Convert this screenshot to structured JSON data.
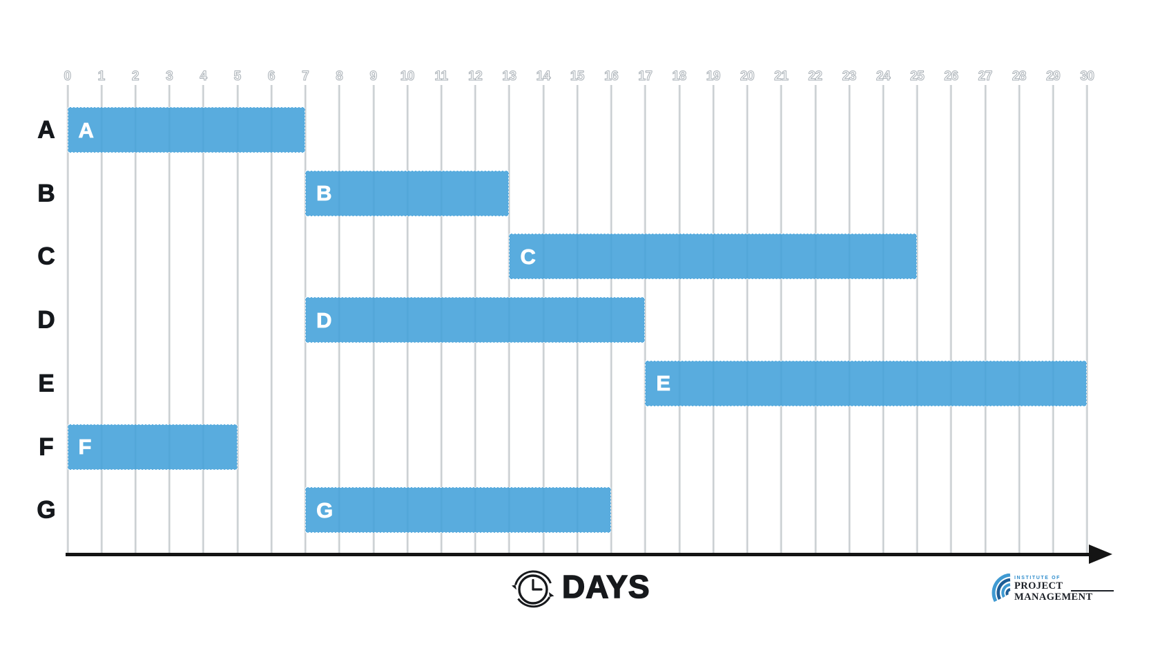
{
  "chart_data": {
    "type": "bar",
    "subtype": "gantt",
    "orientation": "horizontal",
    "title": "",
    "xlabel": "DAYS",
    "ylabel": "",
    "x_min": 0,
    "x_max": 30,
    "grid": true,
    "legend": "none",
    "tick_labels": [
      "0",
      "1",
      "2",
      "3",
      "4",
      "5",
      "6",
      "7",
      "8",
      "9",
      "10",
      "11",
      "12",
      "13",
      "14",
      "15",
      "16",
      "17",
      "18",
      "19",
      "20",
      "21",
      "22",
      "23",
      "24",
      "25",
      "26",
      "27",
      "28",
      "29",
      "30"
    ],
    "categories": [
      "A",
      "B",
      "C",
      "D",
      "E",
      "F",
      "G"
    ],
    "tasks": [
      {
        "label": "A",
        "start": 0,
        "end": 7
      },
      {
        "label": "B",
        "start": 7,
        "end": 13
      },
      {
        "label": "C",
        "start": 13,
        "end": 25
      },
      {
        "label": "D",
        "start": 7,
        "end": 17
      },
      {
        "label": "E",
        "start": 17,
        "end": 30
      },
      {
        "label": "F",
        "start": 0,
        "end": 5
      },
      {
        "label": "G",
        "start": 7,
        "end": 16
      }
    ],
    "bar_color": "#4aa3da",
    "gridline_color": "#c6cbce",
    "axis_color": "#141414"
  },
  "footer": {
    "xlabel": "DAYS",
    "icon": "clock-rotation-icon"
  },
  "logo": {
    "icon": "arcs-fan-logo-icon",
    "top": "INSTITUTE OF",
    "line1": "PROJECT",
    "line2": "MANAGEMENT",
    "accent_color": "#2f8dcc",
    "text_color": "#1b1f26"
  }
}
